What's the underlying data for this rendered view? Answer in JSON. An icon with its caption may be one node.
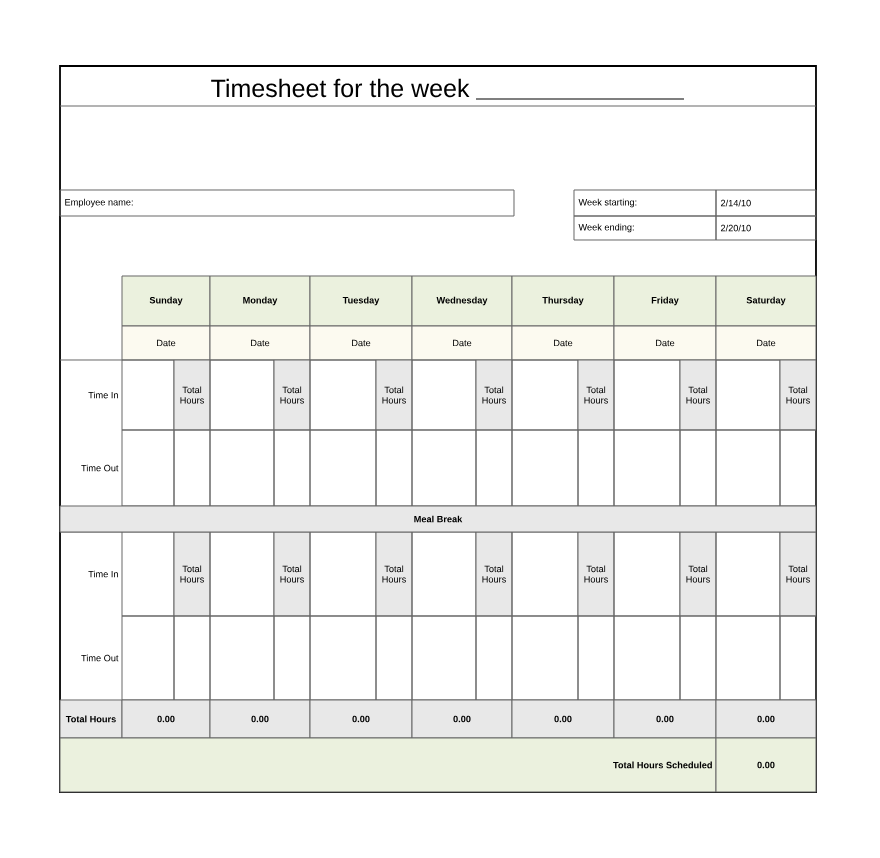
{
  "diagram": {
    "title": "Timesheet for the week",
    "labels": [
      "Employee name:",
      "Week starting:",
      "2/14/10",
      "Week ending:",
      "2/20/10",
      "Sunday",
      "Monday",
      "Tuesday",
      "Wednesday",
      "Thursday",
      "Friday",
      "Saturday",
      "Date",
      "Date",
      "Date",
      "Date",
      "Date",
      "Date",
      "Date",
      "Time In",
      "Total Hours",
      "Total Hours",
      "Total Hours",
      "Total Hours",
      "Total Hours",
      "Total Hours",
      "Total Hours",
      "Time Out",
      "Meal Break",
      "Time In",
      "Total Hours",
      "Total Hours",
      "Total Hours",
      "Total Hours",
      "Total Hours",
      "Total Hours",
      "Total Hours",
      "Time Out",
      "Total Hours",
      "0.00",
      "0.00",
      "0.00",
      "0.00",
      "0.00",
      "0.00",
      "0.00",
      "Total Hours Scheduled",
      "0.00"
    ]
  }
}
